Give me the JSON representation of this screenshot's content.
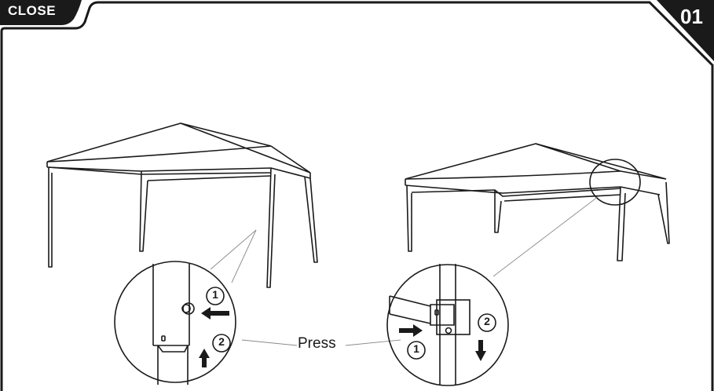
{
  "header": {
    "close_label": "CLOSE",
    "page_number": "01"
  },
  "instructions": {
    "press_label": "Press",
    "left_detail": {
      "step1": "①",
      "step2": "②"
    },
    "right_detail": {
      "step1": "①",
      "step2": "②"
    }
  }
}
